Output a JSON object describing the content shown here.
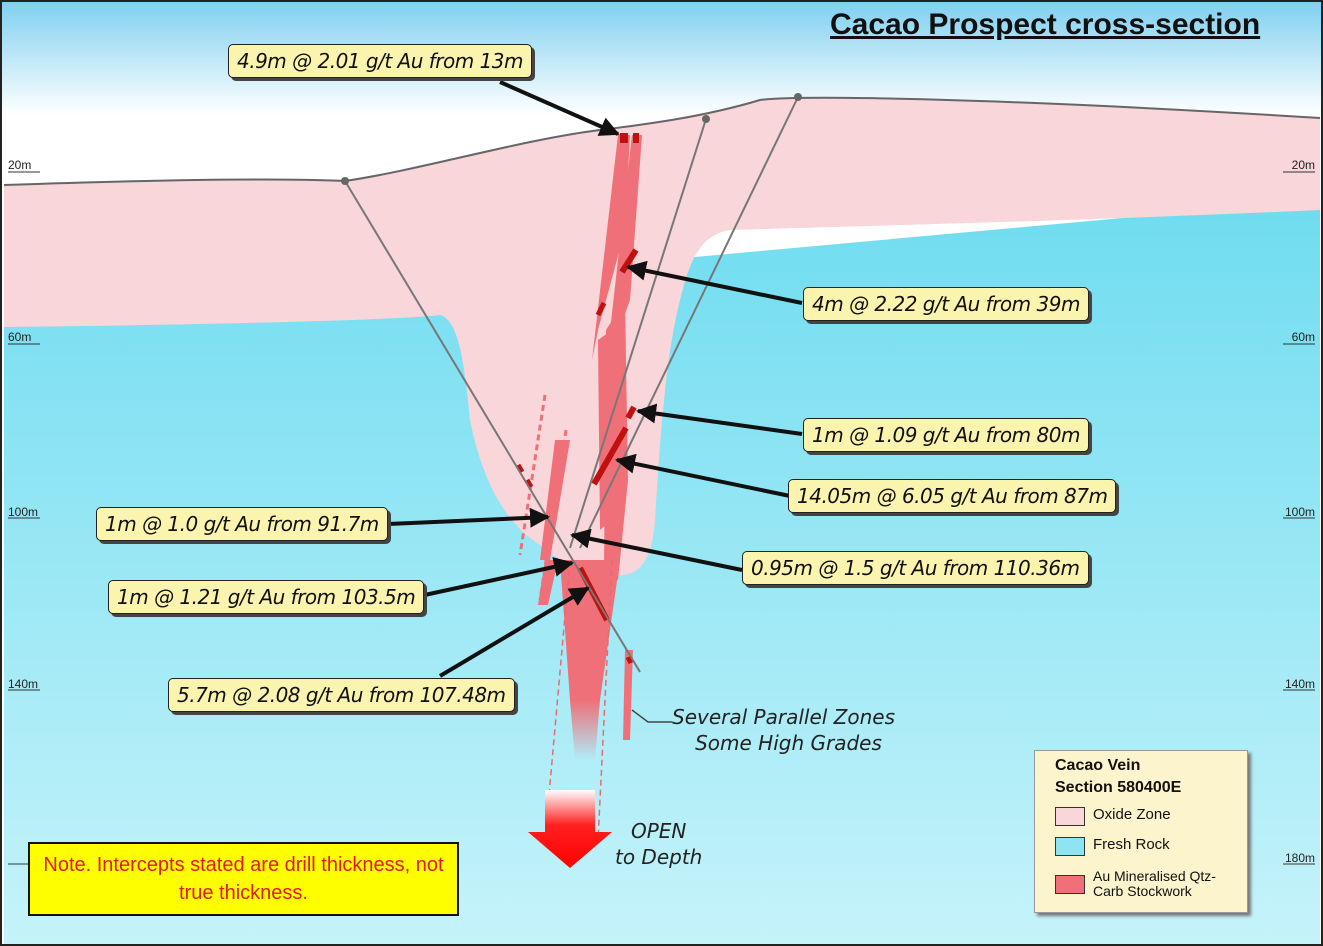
{
  "title": "Cacao Prospect cross-section",
  "depth_markers": [
    "20m",
    "60m",
    "100m",
    "140m",
    "180m"
  ],
  "callouts": [
    {
      "id": "c1",
      "text": "4.9m @ 2.01 g/t Au from 13m"
    },
    {
      "id": "c2",
      "text": "4m @ 2.22 g/t Au from 39m"
    },
    {
      "id": "c3",
      "text": "1m @ 1.09 g/t Au from 80m"
    },
    {
      "id": "c4",
      "text": "14.05m @ 6.05 g/t Au from 87m"
    },
    {
      "id": "c5",
      "text": "1m @ 1.0 g/t Au from 91.7m"
    },
    {
      "id": "c6",
      "text": "0.95m @ 1.5 g/t Au from 110.36m"
    },
    {
      "id": "c7",
      "text": "1m @ 1.21 g/t Au from 103.5m"
    },
    {
      "id": "c8",
      "text": "5.7m @ 2.08 g/t Au from 107.48m"
    }
  ],
  "annotations": {
    "parallel_line1": "Several Parallel Zones",
    "parallel_line2": "Some High Grades",
    "open_line1": "OPEN",
    "open_line2": "to Depth"
  },
  "legend": {
    "title1": "Cacao Vein",
    "title2": "Section 580400E",
    "items": [
      {
        "label": "Oxide Zone",
        "color": "#f9d6da"
      },
      {
        "label": "Fresh Rock",
        "color": "#8ee4f2"
      },
      {
        "label": "Au Mineralised Qtz-Carb Stockwork",
        "color": "#f0707a"
      }
    ]
  },
  "note": "Note. Intercepts stated are drill thickness, not true thickness.",
  "colors": {
    "oxide": "#f9d6da",
    "fresh_rock": "#8ee4f2",
    "stockwork": "#f0707a",
    "callout_bg": "#fbf4ae",
    "note_bg": "#fffe00",
    "note_text": "#e01b1b"
  }
}
